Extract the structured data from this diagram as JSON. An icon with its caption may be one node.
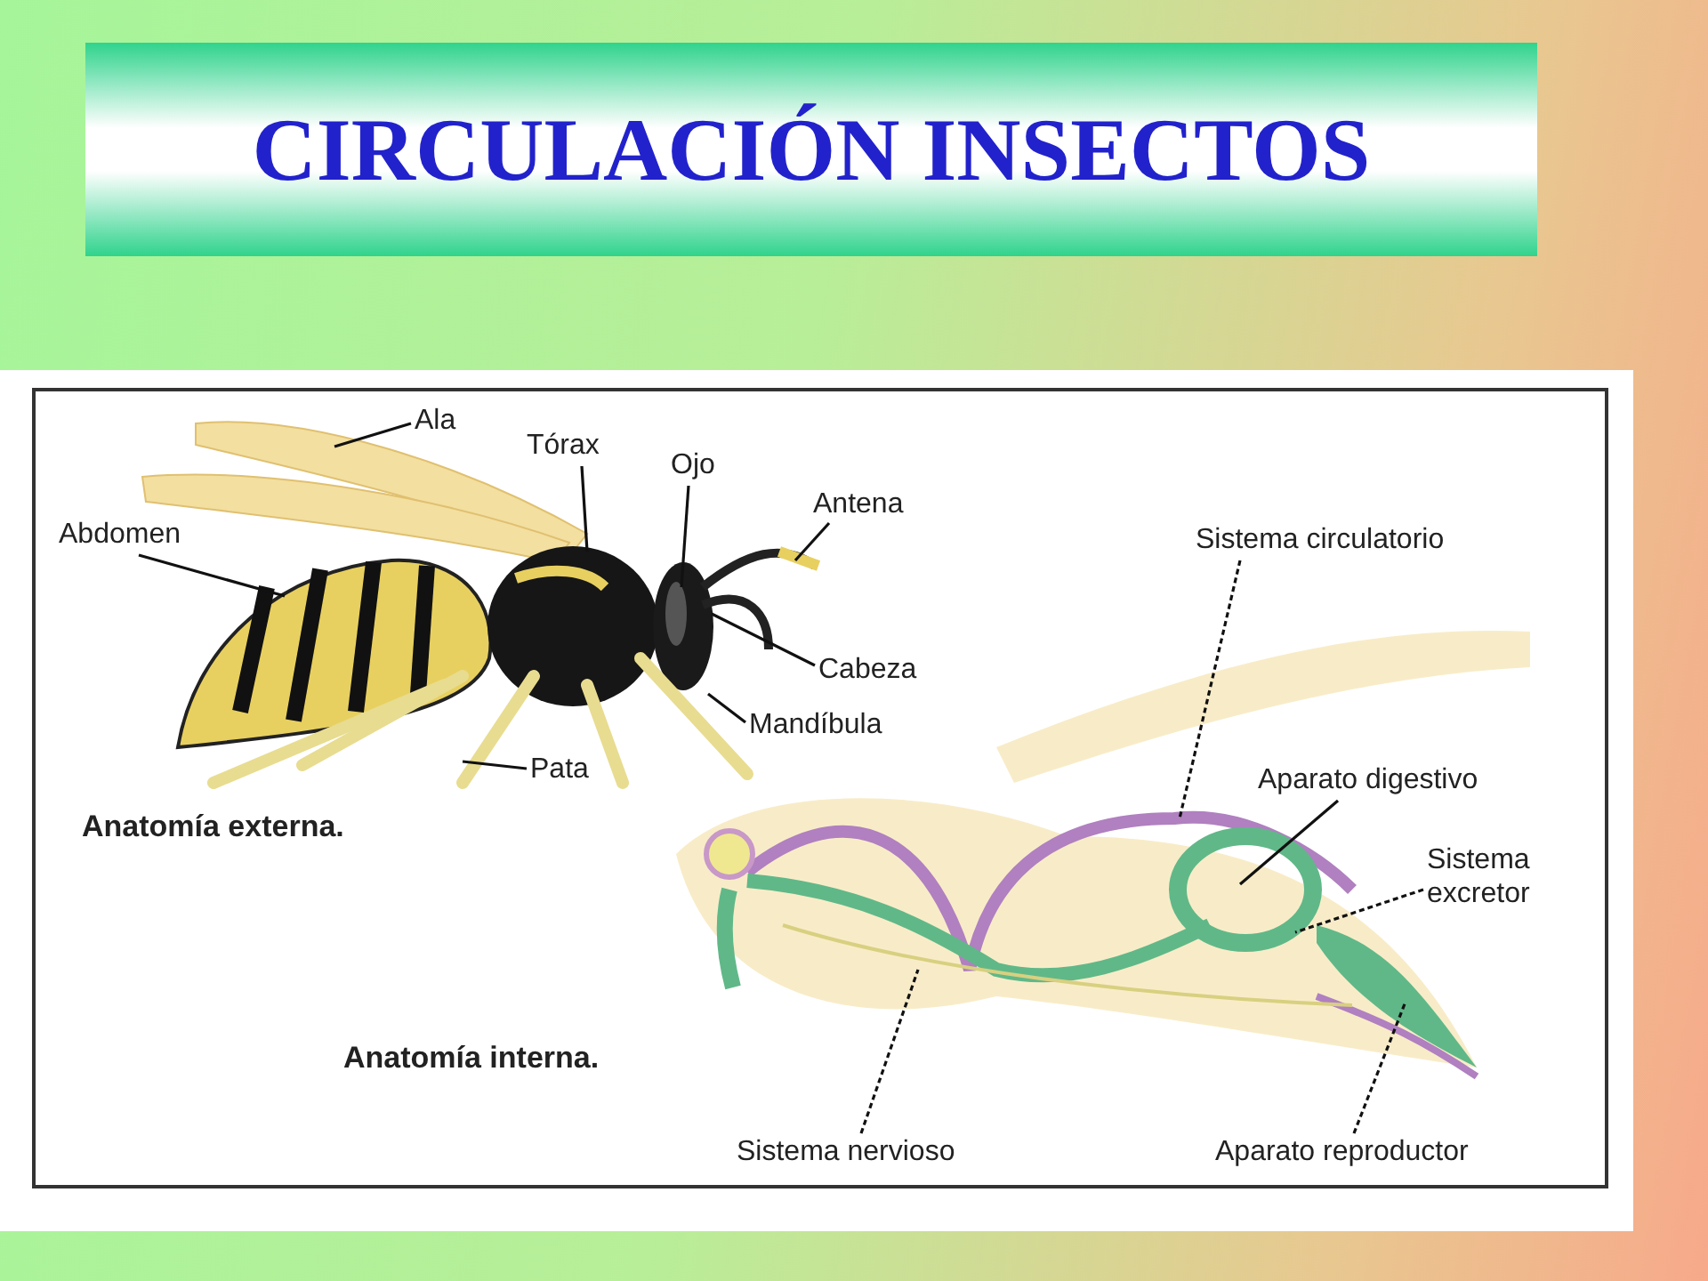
{
  "diagram": {
    "title": "CIRCULACIÓN INSECTOS",
    "nodes": [
      {
        "text": [
          "Ala"
        ]
      },
      {
        "text": [
          "Tórax"
        ]
      },
      {
        "text": [
          "Ojo"
        ]
      },
      {
        "text": [
          "Antena"
        ]
      },
      {
        "text": [
          "Abdomen"
        ]
      },
      {
        "text": [
          "Sistema circulatorio"
        ]
      },
      {
        "text": [
          "Cabeza"
        ]
      },
      {
        "text": [
          "Mandíbula"
        ]
      },
      {
        "text": [
          "Pata"
        ]
      },
      {
        "text": [
          "Aparato digestivo"
        ]
      },
      {
        "text": [
          "Sistema excretor"
        ]
      },
      {
        "text": [
          "Sistema nervioso"
        ]
      },
      {
        "text": [
          "Aparato reproductor"
        ]
      }
    ],
    "edges": [
      {
        "from": 0,
        "to": null,
        "arrow": "none"
      },
      {
        "from": 1,
        "to": null,
        "arrow": "none"
      },
      {
        "from": 2,
        "to": null,
        "arrow": "none"
      },
      {
        "from": 3,
        "to": null,
        "arrow": "none"
      },
      {
        "from": 4,
        "to": null,
        "arrow": "none"
      },
      {
        "from": 5,
        "to": null,
        "arrow": "none",
        "style": "dashed"
      },
      {
        "from": 6,
        "to": null,
        "arrow": "none"
      },
      {
        "from": 7,
        "to": null,
        "arrow": "none"
      },
      {
        "from": 8,
        "to": null,
        "arrow": "none"
      },
      {
        "from": 9,
        "to": null,
        "arrow": "none"
      },
      {
        "from": 10,
        "to": null,
        "arrow": "none",
        "style": "dashed"
      },
      {
        "from": 11,
        "to": null,
        "arrow": "none",
        "style": "dashed"
      },
      {
        "from": 12,
        "to": null,
        "arrow": "none",
        "style": "dashed"
      }
    ],
    "labels": [
      "Anatomía externa.",
      "Anatomía interna."
    ]
  }
}
